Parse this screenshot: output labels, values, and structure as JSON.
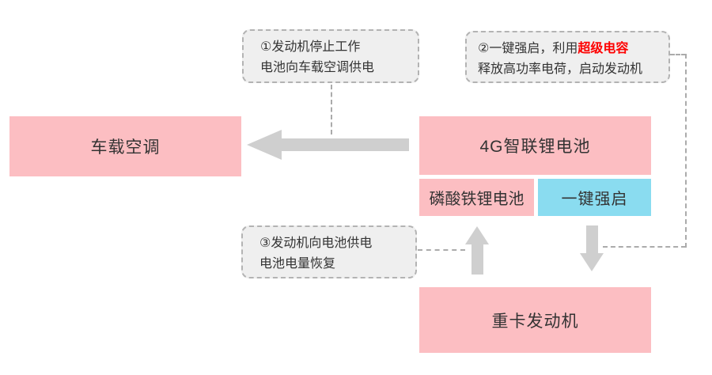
{
  "colors": {
    "node_pink": "#fcbec2",
    "node_cyan": "#8adcf0",
    "note_bg": "#efefef",
    "note_border": "#b3b3b3",
    "arrow_gray": "#cfcfcf",
    "connector_gray": "#ababab",
    "text": "#333333",
    "highlight_red": "#fe0000"
  },
  "notes": {
    "note1": {
      "line1": "①发动机停止工作",
      "line2": "电池向车载空调供电"
    },
    "note2": {
      "line1_prefix": "②一键强启，利用",
      "line1_highlight": "超级电容",
      "line2": "释放高功率电荷，启动发动机"
    },
    "note3": {
      "line1": "③发动机向电池供电",
      "line2": "电池电量恢复"
    }
  },
  "nodes": {
    "ac": {
      "label": "车载空调"
    },
    "battery": {
      "label": "4G智联锂电池"
    },
    "lifepo4": {
      "label": "磷酸铁锂电池"
    },
    "force_start": {
      "label": "一键强启"
    },
    "engine": {
      "label": "重卡发动机"
    }
  }
}
